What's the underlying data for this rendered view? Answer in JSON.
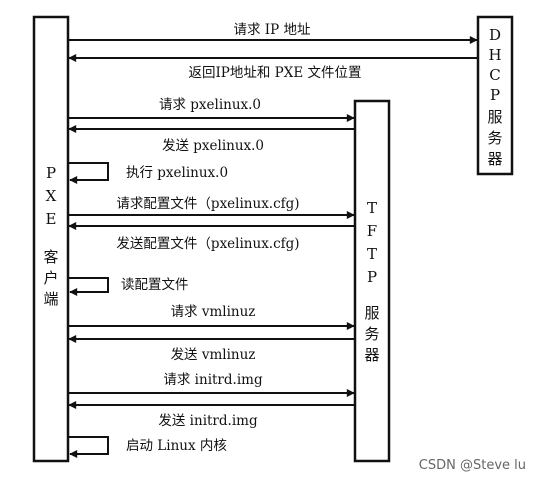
{
  "participants": {
    "client": [
      "P",
      "X",
      "E",
      "客",
      "户",
      "端"
    ],
    "tftp": [
      "T",
      "F",
      "T",
      "P",
      "服",
      "务",
      "器"
    ],
    "dhcp": [
      "D",
      "H",
      "C",
      "P",
      "服",
      "务",
      "器"
    ]
  },
  "messages": [
    {
      "label": "请求 IP 地址"
    },
    {
      "label": "返回IP地址和 PXE 文件位置"
    },
    {
      "label": "请求 pxelinux.0"
    },
    {
      "label": "发送 pxelinux.0"
    },
    {
      "label": "执行 pxelinux.0"
    },
    {
      "label": "请求配置文件（pxelinux.cfg)"
    },
    {
      "label": "发送配置文件（pxelinux.cfg)"
    },
    {
      "label": "读配置文件"
    },
    {
      "label": "请求 vmlinuz"
    },
    {
      "label": "发送 vmlinuz"
    },
    {
      "label": "请求 initrd.img"
    },
    {
      "label": "发送  initrd.img"
    },
    {
      "label": "启动 Linux 内核"
    }
  ],
  "watermark": "CSDN @Steve lu"
}
